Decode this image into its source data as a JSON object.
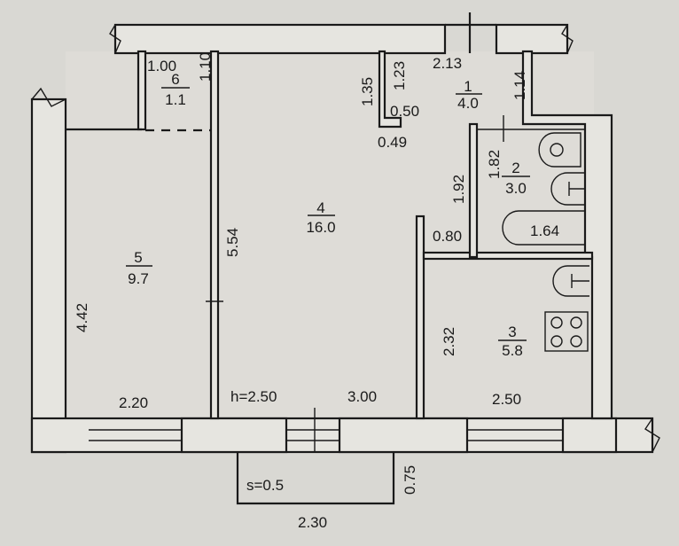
{
  "rooms": [
    {
      "number": "1",
      "area": "4.0"
    },
    {
      "number": "2",
      "area": "3.0"
    },
    {
      "number": "3",
      "area": "5.8"
    },
    {
      "number": "4",
      "area": "16.0"
    },
    {
      "number": "5",
      "area": "9.7"
    },
    {
      "number": "6",
      "area": "1.1"
    }
  ],
  "dimensions": {
    "d100": "1.00",
    "d110": "1.10",
    "d135": "1.35",
    "d123": "1.23",
    "d050": "0.50",
    "d049": "0.49",
    "d213": "2.13",
    "d114": "1.14",
    "d182": "1.82",
    "d192": "1.92",
    "d164": "1.64",
    "d080": "0.80",
    "d554": "5.54",
    "d442": "4.42",
    "d232": "2.32",
    "d220": "2.20",
    "d300": "3.00",
    "d250": "2.50",
    "d075": "0.75",
    "d230": "2.30"
  },
  "notes": {
    "height": "h=2.50",
    "balcony_area": "s=0.5"
  }
}
